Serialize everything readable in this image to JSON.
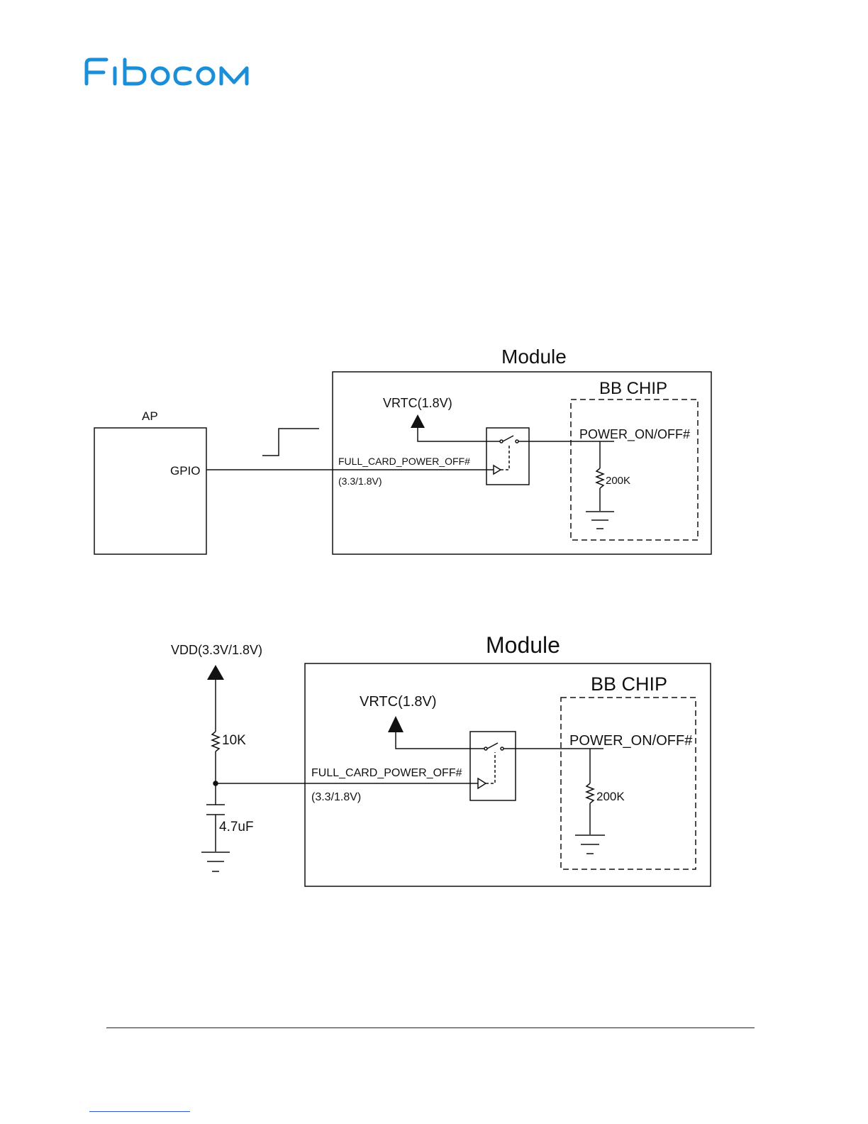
{
  "header": {
    "logo_text": "FIBOCOM",
    "brand_color": "#1a8fd8"
  },
  "diagram1": {
    "module_title": "Module",
    "chip_label": "BB CHIP",
    "ap_label": "AP",
    "gpio_label": "GPIO",
    "vrtc_label": "VRTC(1.8V)",
    "signal_label": "FULL_CARD_POWER_OFF#",
    "voltage_label": "(3.3/1.8V)",
    "power_pin_label": "POWER_ON/OFF#",
    "resistor_label": "200K"
  },
  "diagram2": {
    "module_title": "Module",
    "chip_label": "BB CHIP",
    "vdd_label": "VDD(3.3V/1.8V)",
    "pullup_label": "10K",
    "cap_label": "4.7uF",
    "vrtc_label": "VRTC(1.8V)",
    "signal_label": "FULL_CARD_POWER_OFF#",
    "voltage_label": "(3.3/1.8V)",
    "power_pin_label": "POWER_ON/OFF#",
    "resistor_label": "200K"
  }
}
